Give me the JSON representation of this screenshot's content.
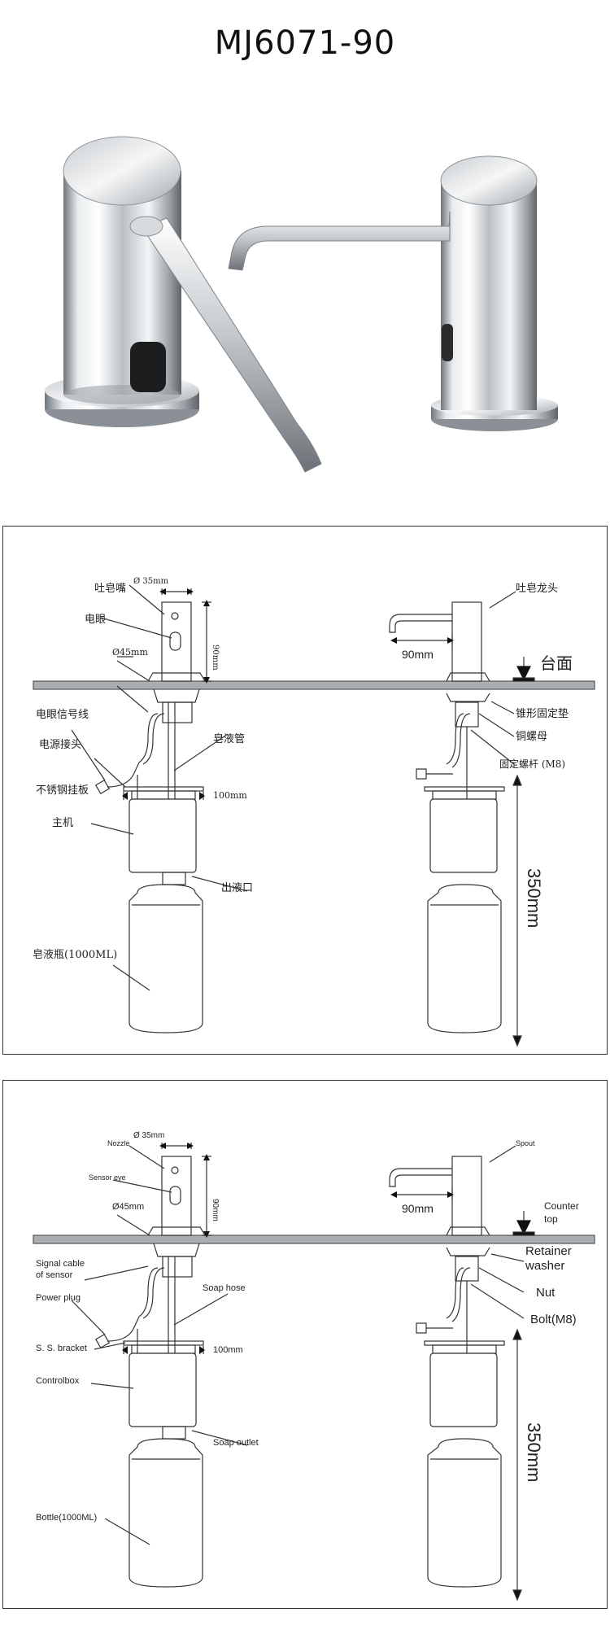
{
  "title": "MJ6071-90",
  "icons": {
    "photo": "soap-dispenser-photo"
  },
  "diagram_cn": {
    "dia_top": "Ø 35mm",
    "nozzle": "吐皂嘴",
    "sensor_eye": "电眼",
    "dim_height": "90mm",
    "dia_base": "Ø45mm",
    "signal_cable": "电眼信号线",
    "power_plug": "电源接头",
    "bracket": "不锈钢挂板",
    "controlbox": "主机",
    "bottle": "皂液瓶(1000ML)",
    "soap_hose": "皂液管",
    "dim_bracket": "100mm",
    "soap_outlet": "出液口",
    "spout": "吐皂龙头",
    "dim_spout": "90mm",
    "counter_top": "台面",
    "retainer_washer": "锥形固定垫",
    "nut": "铜螺母",
    "bolt": "固定螺杆 (M8)",
    "dim_total": "350mm"
  },
  "diagram_en": {
    "dia_top": "Ø 35mm",
    "nozzle": "Nozzle",
    "sensor_eye": "Sensor eye",
    "dim_height": "90mm",
    "dia_base": "Ø45mm",
    "signal_cable_1": "Signal cable",
    "signal_cable_2": "of sensor",
    "power_plug": "Power plug",
    "bracket": "S. S. bracket",
    "controlbox": "Controlbox",
    "bottle": "Bottle(1000ML)",
    "soap_hose": "Soap hose",
    "dim_bracket": "100mm",
    "soap_outlet": "Soap outlet",
    "spout": "Spout",
    "dim_spout": "90mm",
    "counter_top_1": "Counter",
    "counter_top_2": "top",
    "retainer_washer_1": "Retainer",
    "retainer_washer_2": "washer",
    "nut": "Nut",
    "bolt": "Bolt(M8)",
    "dim_total": "350mm"
  }
}
